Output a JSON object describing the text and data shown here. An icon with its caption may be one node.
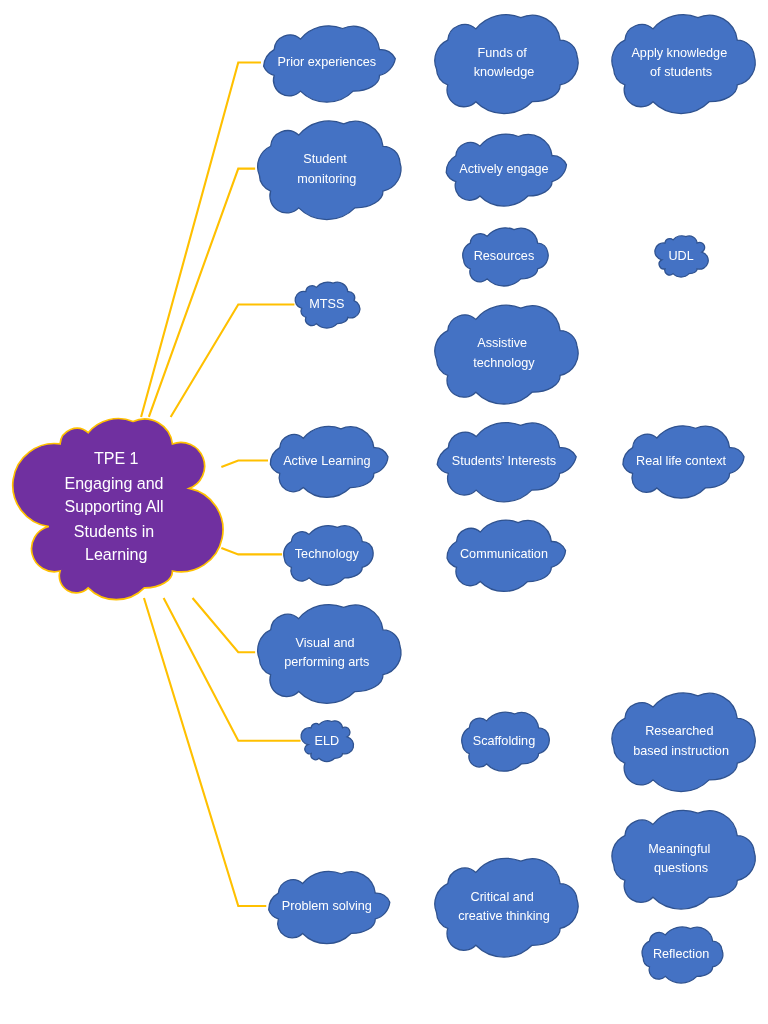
{
  "diagram": {
    "nodes": [
      {
        "text": [
          "TPE 1",
          "Engaging and Supporting All Students in Learning"
        ]
      },
      {
        "text": [
          "Funds of knowledge"
        ]
      },
      {
        "text": [
          "Apply knowledge of students"
        ]
      },
      {
        "text": [
          "Prior experiences"
        ]
      },
      {
        "text": [
          "Student monitoring"
        ]
      },
      {
        "text": [
          "Actively engage"
        ]
      },
      {
        "text": [
          "Resources"
        ]
      },
      {
        "text": [
          "UDL"
        ]
      },
      {
        "text": [
          "MTSS"
        ]
      },
      {
        "text": [
          "Assistive technology"
        ]
      },
      {
        "text": [
          "Students’ Interests"
        ]
      },
      {
        "text": [
          "Active Learning"
        ]
      },
      {
        "text": [
          "Real life context"
        ]
      },
      {
        "text": [
          "Communication"
        ]
      },
      {
        "text": [
          "Technology"
        ]
      },
      {
        "text": [
          "Scaffolding"
        ]
      },
      {
        "text": [
          "Visual and performing arts"
        ]
      },
      {
        "text": [
          "Critical and creative thinking"
        ]
      },
      {
        "text": [
          "Researched based instruction"
        ]
      },
      {
        "text": [
          "ELD"
        ]
      },
      {
        "text": [
          "Meaningful questions"
        ]
      },
      {
        "text": [
          "Problem solving"
        ]
      },
      {
        "text": [
          "Reflection"
        ]
      }
    ],
    "edges": [
      {
        "from": 0,
        "to": 3,
        "arrow": "none"
      },
      {
        "from": 0,
        "to": 4,
        "arrow": "none"
      },
      {
        "from": 0,
        "to": 8,
        "arrow": "none"
      },
      {
        "from": 0,
        "to": 11,
        "arrow": "none"
      },
      {
        "from": 0,
        "to": 14,
        "arrow": "none"
      },
      {
        "from": 0,
        "to": 19,
        "arrow": "none"
      },
      {
        "from": 0,
        "to": 16,
        "arrow": "none"
      },
      {
        "from": 0,
        "to": 21,
        "arrow": "none"
      }
    ]
  }
}
